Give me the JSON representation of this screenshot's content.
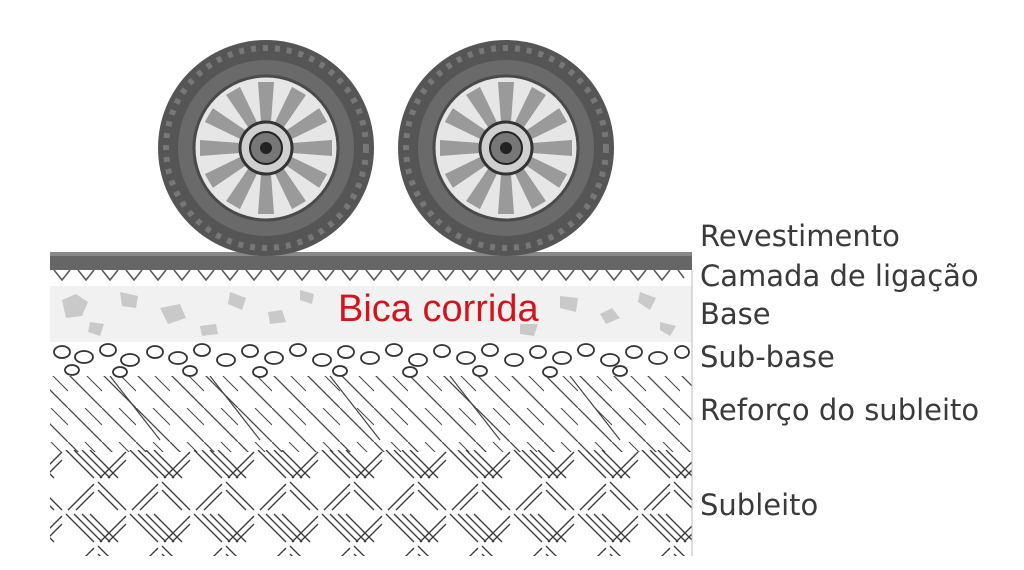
{
  "layers": [
    {
      "label": "Revestimento"
    },
    {
      "label": "Camada de ligação"
    },
    {
      "label": "Base"
    },
    {
      "label": "Sub-base"
    },
    {
      "label": "Reforço do subleito"
    },
    {
      "label": "Subleito"
    }
  ],
  "annotation": {
    "text": "Bica corrida",
    "color": "#d4141c"
  },
  "colors": {
    "surface": "#666666",
    "text": "#3a3a3a",
    "tire": "#555555"
  }
}
